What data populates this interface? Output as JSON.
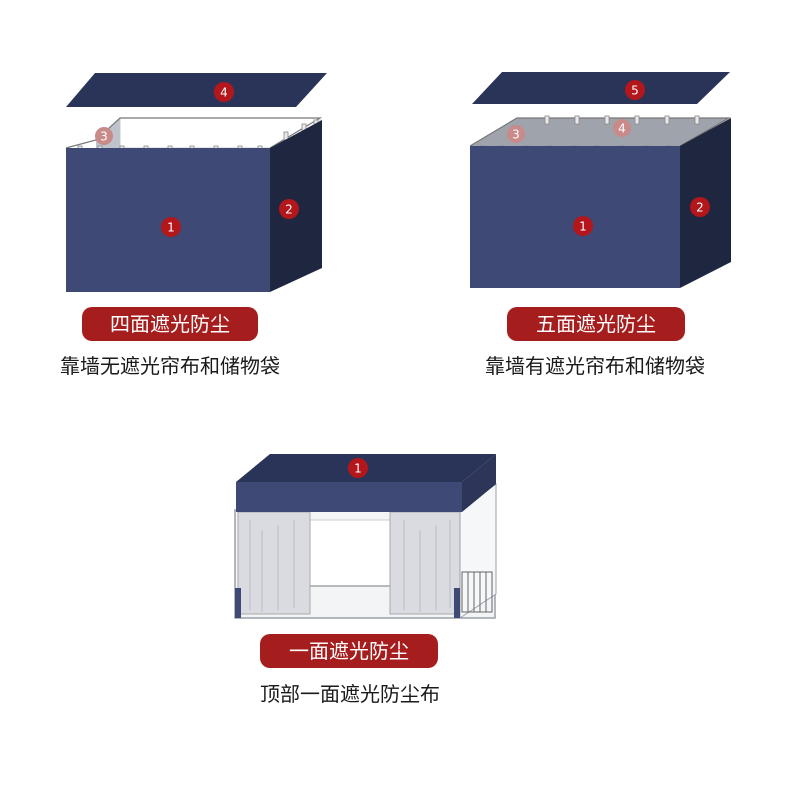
{
  "products": [
    {
      "badge": "四面遮光防尘",
      "caption": "靠墙无遮光帘布和储物袋",
      "labels": [
        "4",
        "3",
        "1",
        "2"
      ]
    },
    {
      "badge": "五面遮光防尘",
      "caption": "靠墙有遮光帘布和储物袋",
      "labels": [
        "5",
        "3",
        "4",
        "1",
        "2"
      ]
    },
    {
      "badge": "一面遮光防尘",
      "caption": "顶部一面遮光防尘布",
      "labels": [
        "1"
      ]
    }
  ],
  "colors": {
    "front": "#3e4a75",
    "side": "#1f2740",
    "top": "#2a3459",
    "badge": "#a51d1d",
    "marker": "#b3161b"
  }
}
